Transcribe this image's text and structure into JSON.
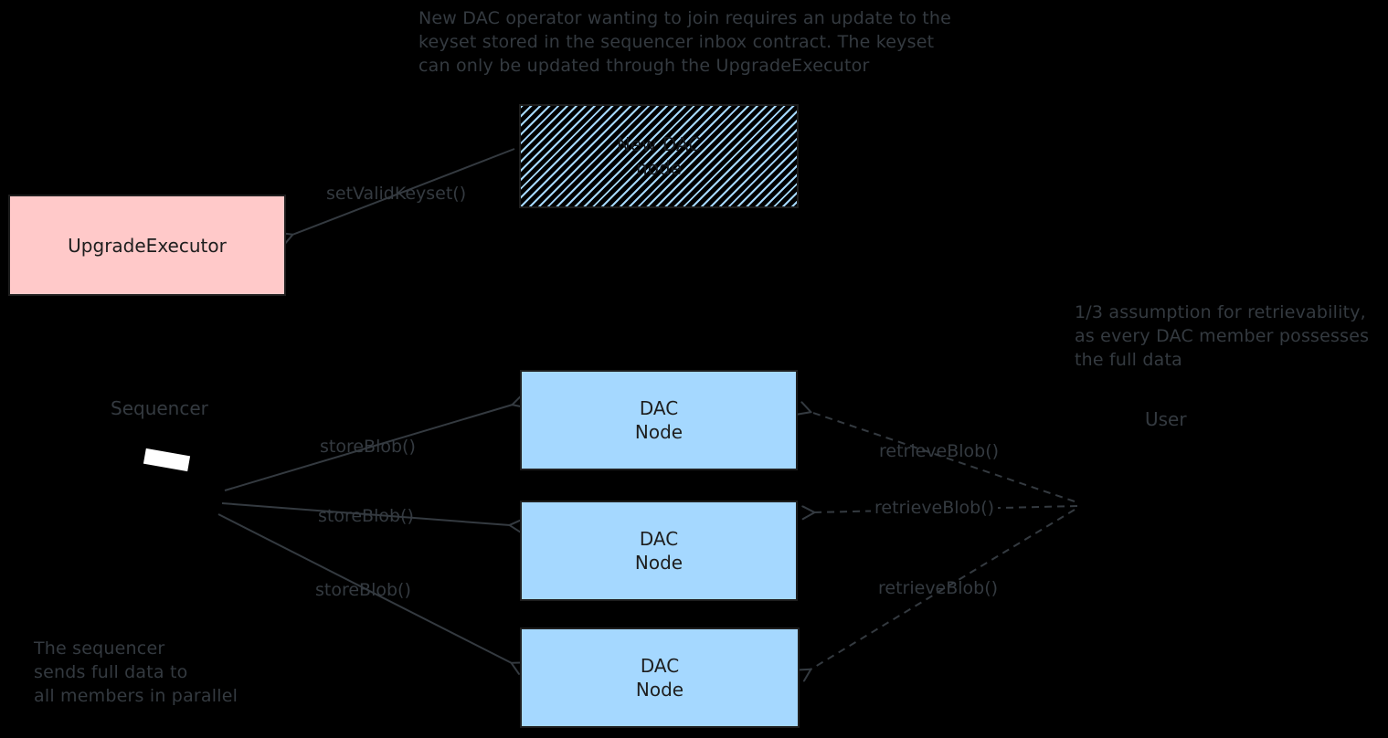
{
  "colors": {
    "background": "#000000",
    "stroke": "#343a40",
    "shape_stroke": "#1e1e1e",
    "pink_fill": "#ffc9c9",
    "blue_fill": "#a5d8ff",
    "white_fill": "#ffffff"
  },
  "notes": {
    "top": "New DAC operator wanting to join requires an update to the\nkeyset stored in the sequencer inbox contract. The keyset\ncan only be updated through the UpgradeExecutor",
    "retrievability": "1/3 assumption for retrievability,\nas every DAC member possesses\nthe full data",
    "sequencer": "The sequencer\nsends full data to\nall members in parallel"
  },
  "labels": {
    "sequencer": "Sequencer",
    "user": "User"
  },
  "nodes": {
    "new_dac_node": "New DAC\nnode",
    "upgrade_executor": "UpgradeExecutor",
    "dac_node": "DAC\nNode"
  },
  "edges": {
    "set_valid_keyset": "setValidKeyset()",
    "store_blob": "storeBlob()",
    "retrieve_blob": "retrieveBlob()"
  }
}
